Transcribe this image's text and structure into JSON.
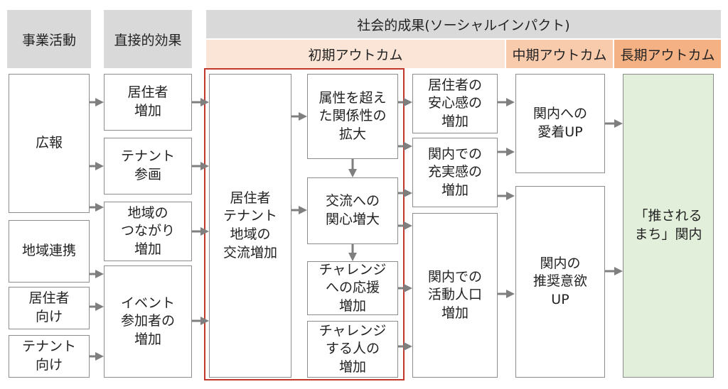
{
  "headers": {
    "activity": "事業活動",
    "direct": "直接的効果",
    "social": "社会的成果(ソーシャルインパクト)",
    "initial": "初期アウトカム",
    "mid": "中期アウトカム",
    "long": "長期アウトカム"
  },
  "activities": {
    "pr": "広報",
    "regional": "地域連携",
    "residents": "居住者\n向け",
    "tenants": "テナント\n向け"
  },
  "direct_effects": {
    "resident_increase": "居住者\n増加",
    "tenant_participation": "テナント\n参画",
    "regional_connection": "地域の\nつながり\n増加",
    "event_participants": "イベント\n参加者の\n増加"
  },
  "initial": {
    "exchange_increase": "居住者\nテナント\n地域の\n交流増加",
    "relationship_expansion": "属性を超え\nた関係性の\n拡大",
    "exchange_interest": "交流への\n関心増大",
    "challenge_support": "チャレンジ\nへの応援\n増加",
    "challenger_increase": "チャレンジ\nする人の\n増加",
    "resident_security": "居住者の\n安心感の\n増加",
    "fulfillment": "関内での\n充実感の\n増加",
    "active_population": "関内での\n活動人口\n増加"
  },
  "mid": {
    "attachment": "関内への\n愛着UP",
    "recommendation": "関内の\n推奨意欲\nUP"
  },
  "long": {
    "recommended_town": "「推される\nまち」関内"
  },
  "colors": {
    "header_gray": "#d9d9d9",
    "initial_peach": "#fbe5d6",
    "mid_peach": "#f8cbad",
    "long_peach": "#f4b183",
    "long_green": "#e2efda",
    "highlight_red": "#c0392b",
    "arrow_gray": "#7f7f7f"
  }
}
